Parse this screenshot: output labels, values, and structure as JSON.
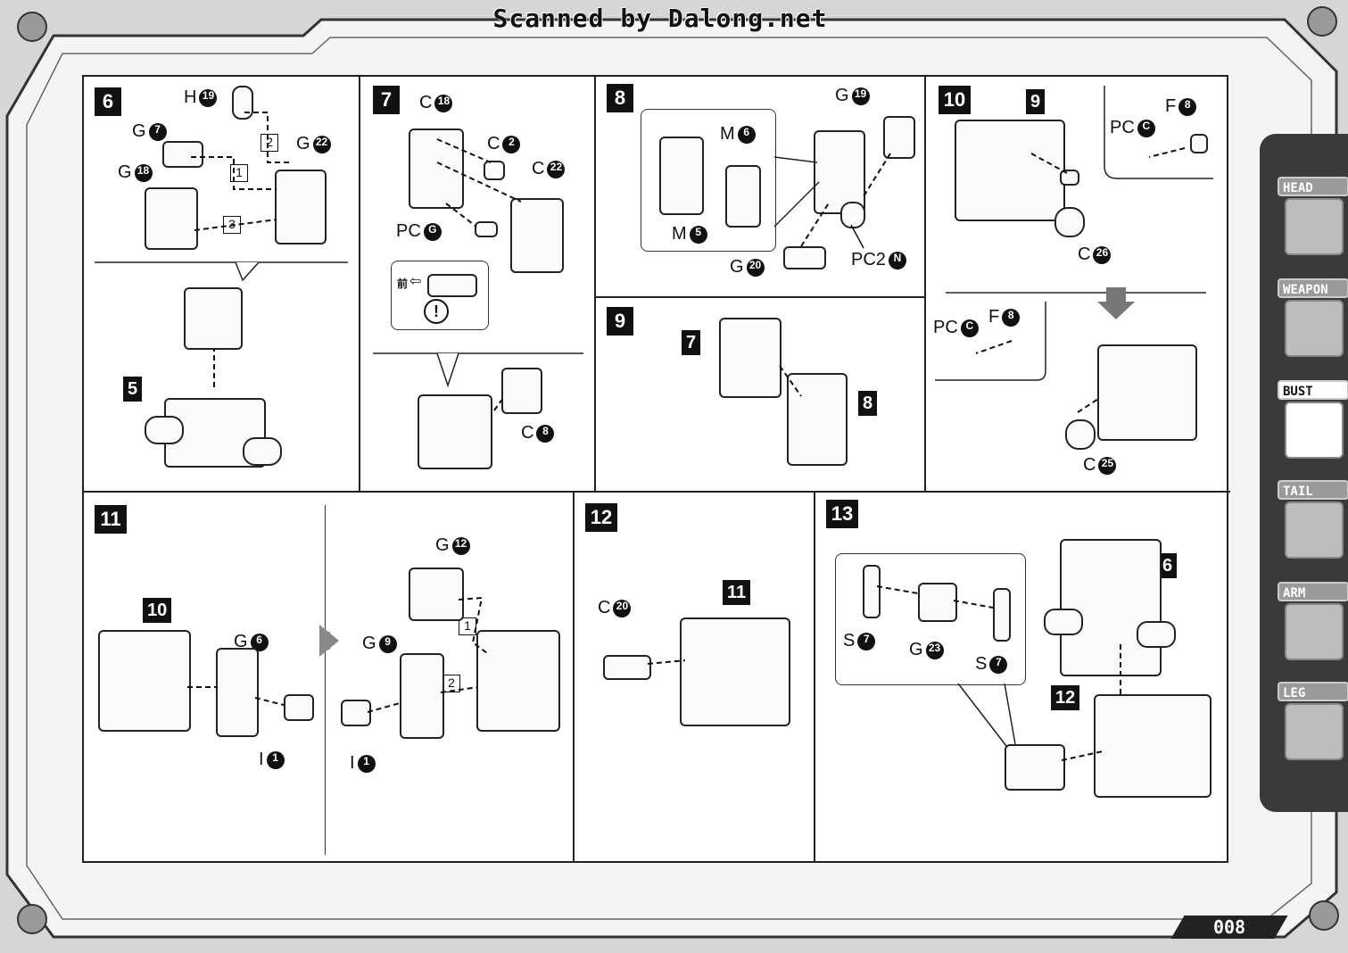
{
  "header": {
    "scan_credit": "Scanned by Dalong.net"
  },
  "steps": {
    "s6": {
      "number": "6",
      "sub": "5",
      "parts": [
        {
          "letter": "H",
          "n": "19"
        },
        {
          "letter": "G",
          "n": "7"
        },
        {
          "letter": "G",
          "n": "22"
        },
        {
          "letter": "G",
          "n": "18"
        }
      ],
      "order": [
        "1",
        "2",
        "3"
      ]
    },
    "s7": {
      "number": "7",
      "parts": [
        {
          "letter": "C",
          "n": "18"
        },
        {
          "letter": "C",
          "n": "2"
        },
        {
          "letter": "C",
          "n": "22"
        },
        {
          "letter": "PC",
          "n": "G"
        },
        {
          "letter": "C",
          "n": "8"
        }
      ],
      "inset_label": "前",
      "inset_arrow": "⇦",
      "warn": "!"
    },
    "s8": {
      "number": "8",
      "parts": [
        {
          "letter": "G",
          "n": "19"
        },
        {
          "letter": "M",
          "n": "6"
        },
        {
          "letter": "M",
          "n": "5"
        },
        {
          "letter": "G",
          "n": "20"
        },
        {
          "letter": "PC2",
          "n": "N"
        }
      ]
    },
    "s9": {
      "number": "9",
      "tag_a": "7",
      "tag_b": "8"
    },
    "s10": {
      "number": "10",
      "tag": "9",
      "parts": [
        {
          "letter": "F",
          "n": "8"
        },
        {
          "letter": "PC",
          "n": "C"
        },
        {
          "letter": "C",
          "n": "26"
        },
        {
          "letter": "PC",
          "n": "C"
        },
        {
          "letter": "F",
          "n": "8"
        },
        {
          "letter": "C",
          "n": "25"
        }
      ]
    },
    "s11": {
      "number": "11",
      "tag": "10",
      "parts": [
        {
          "letter": "G",
          "n": "6"
        },
        {
          "letter": "I",
          "n": "1"
        },
        {
          "letter": "G",
          "n": "12"
        },
        {
          "letter": "G",
          "n": "9"
        },
        {
          "letter": "I",
          "n": "1"
        }
      ],
      "order": [
        "1",
        "2"
      ]
    },
    "s12": {
      "number": "12",
      "tag": "11",
      "parts": [
        {
          "letter": "C",
          "n": "20"
        }
      ]
    },
    "s13": {
      "number": "13",
      "tag_a": "6",
      "tag_b": "12",
      "parts": [
        {
          "letter": "S",
          "n": "7"
        },
        {
          "letter": "G",
          "n": "23"
        },
        {
          "letter": "S",
          "n": "7"
        }
      ]
    }
  },
  "sidebar": {
    "tabs": [
      {
        "label": "HEAD",
        "active": false,
        "icon": "head-icon"
      },
      {
        "label": "WEAPON",
        "active": false,
        "icon": "weapon-icon"
      },
      {
        "label": "BUST",
        "active": true,
        "icon": "bust-icon"
      },
      {
        "label": "TAIL",
        "active": false,
        "icon": "tail-icon"
      },
      {
        "label": "ARM",
        "active": false,
        "icon": "arm-icon"
      },
      {
        "label": "LEG",
        "active": false,
        "icon": "leg-icon"
      }
    ]
  },
  "footer": {
    "page_number": "008"
  }
}
